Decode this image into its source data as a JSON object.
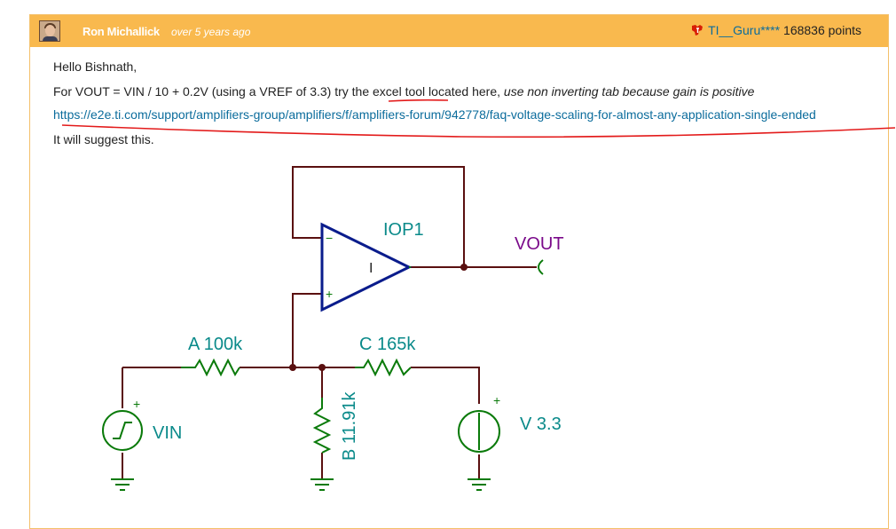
{
  "post": {
    "author": "Ron Michallick",
    "time_ago": "over 5 years ago",
    "rank": "TI__Guru****",
    "points": "168836 points",
    "greeting": "Hello Bishnath,",
    "line1_prefix": "For VOUT = VIN / 10 + 0.2V (using a VREF of 3.3) try the ",
    "excel_tool_link": "excel tool",
    "line1_middle": " located here, ",
    "line1_italic": "use non inverting tab because gain is positive",
    "url": "https://e2e.ti.com/support/amplifiers-group/amplifiers/f/amplifiers-forum/942778/faq-voltage-scaling-for-almost-any-application-single-ended",
    "suggest_text": "It will suggest this."
  },
  "schematic": {
    "opamp_label": "IOP1",
    "opamp_minus": "−",
    "opamp_plus": "+",
    "opamp_inner": "I",
    "vout_label": "VOUT",
    "resistor_a": "A 100k",
    "resistor_c": "C 165k",
    "resistor_b": "B 11.91k",
    "vin_label": "VIN",
    "vin_plus": "+",
    "vref_label": "V 3.3",
    "vref_plus": "+"
  },
  "colors": {
    "header_bg": "#f9b94e",
    "wire": "#5a1010",
    "opamp": "#0a1c8c",
    "component": "#0a7a0a",
    "label_teal": "#0a8a8a",
    "vout_purple": "#7a0a8a",
    "annotation_red": "#e31a1a",
    "link": "#0b6c9c"
  }
}
